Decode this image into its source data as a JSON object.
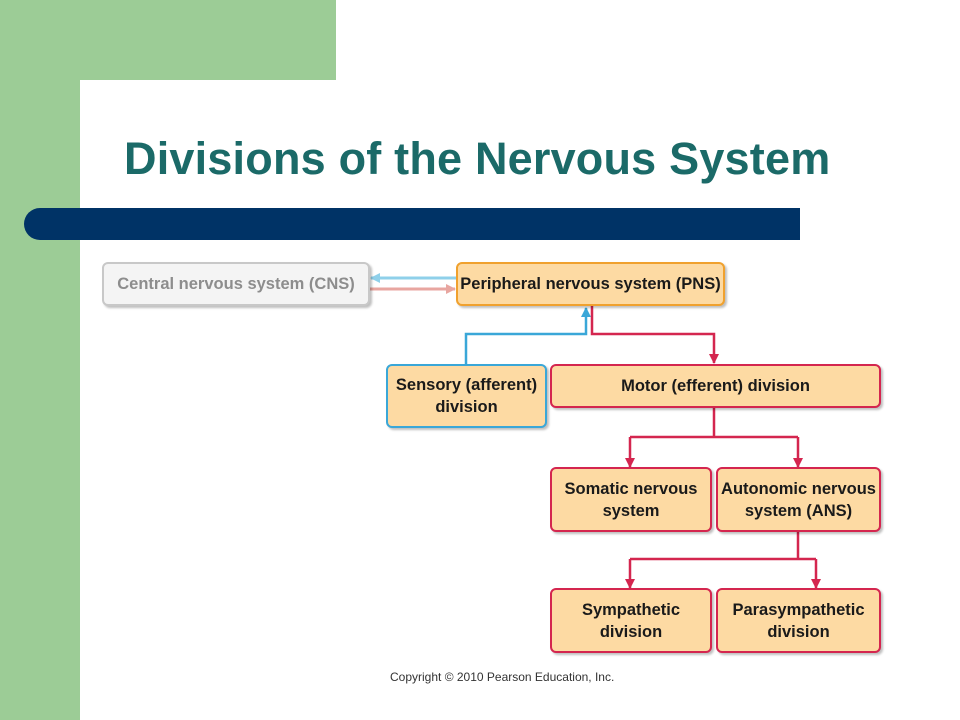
{
  "slide": {
    "title": "Divisions of the Nervous System",
    "copyright": "Copyright © 2010 Pearson Education, Inc."
  },
  "diagram": {
    "nodes": {
      "cns": "Central nervous system (CNS)",
      "pns": "Peripheral nervous system (PNS)",
      "sensory": "Sensory (afferent)\ndivision",
      "motor": "Motor (efferent) division",
      "somatic": "Somatic nervous\nsystem",
      "autonomic": "Autonomic nervous\nsystem (ANS)",
      "sympathetic": "Sympathetic\ndivision",
      "parasympathetic": "Parasympathetic\ndivision"
    },
    "colors": {
      "afferent_arrow": "#3aa7d8",
      "efferent_arrow": "#d4264f",
      "cns_to_pns_arrow": "#e8a6a0",
      "pns_to_cns_arrow": "#8fd0ea",
      "box_fill": "#fddaa3",
      "title": "#1b6a68",
      "title_bar": "#003366",
      "side_panel": "#9ccc96"
    }
  }
}
